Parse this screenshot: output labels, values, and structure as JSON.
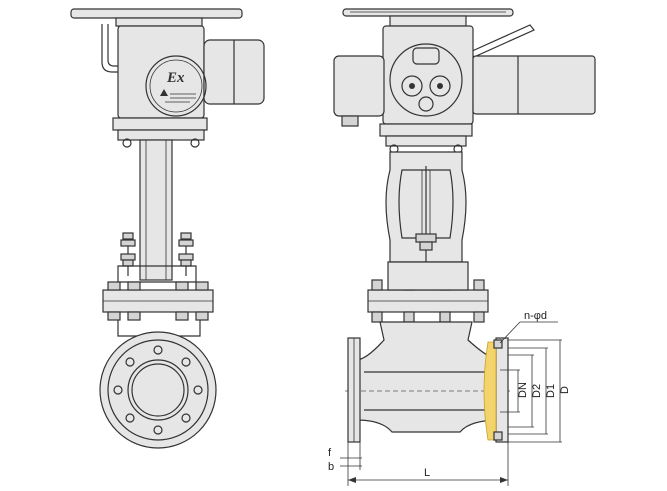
{
  "nameplate": {
    "mark": "Ex"
  },
  "dimensions": {
    "bolt_holes": "n-φd",
    "nominal_diameter": "DN",
    "d2": "D2",
    "d1": "D1",
    "outer_diameter": "D",
    "raised_face": "f",
    "flange_thickness": "b",
    "length": "L"
  },
  "colors": {
    "line": "#333333",
    "body": "#e6e6e6",
    "highlight": "#f3d36b"
  }
}
